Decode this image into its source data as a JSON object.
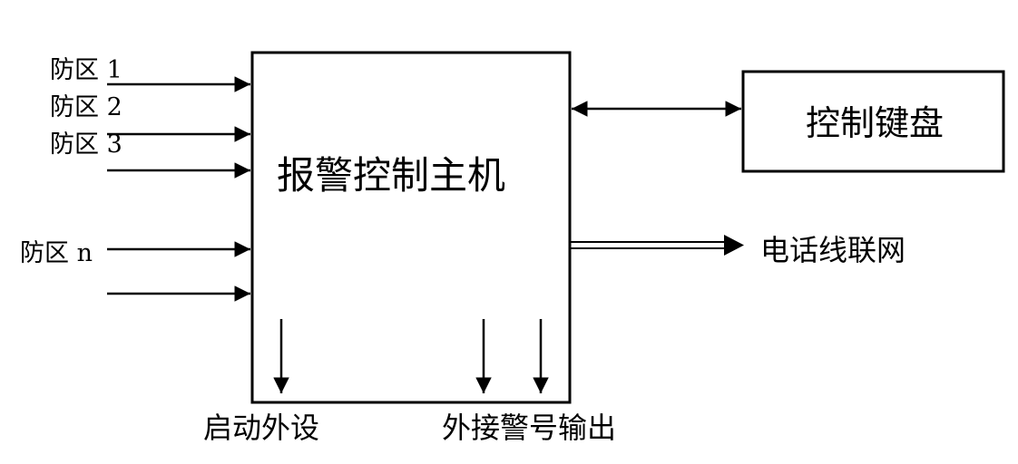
{
  "main_host": {
    "label": "报警控制主机"
  },
  "keyboard": {
    "label": "控制键盘"
  },
  "zones": [
    {
      "label": "防区 1"
    },
    {
      "label": "防区 2"
    },
    {
      "label": "防区 3"
    },
    {
      "label": "防区 n"
    }
  ],
  "outputs": {
    "start_peripheral": "启动外设",
    "external_alarm": "外接警号输出",
    "phone_network": "电话线联网"
  }
}
